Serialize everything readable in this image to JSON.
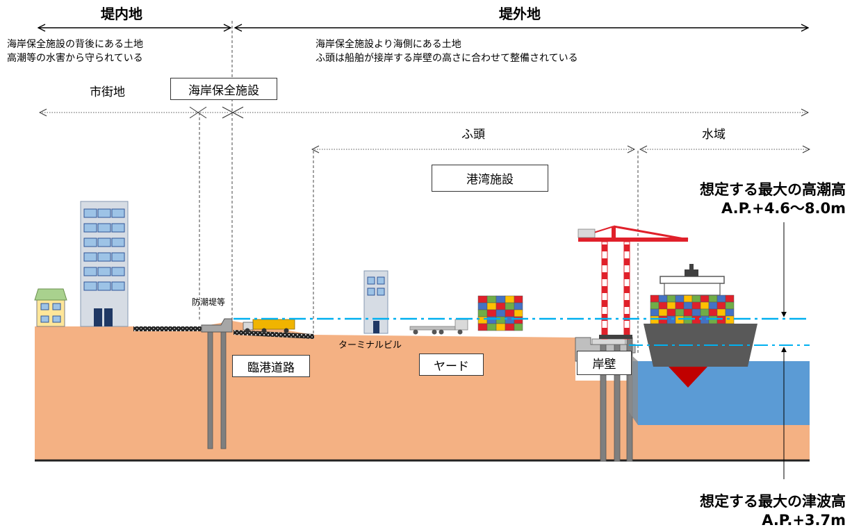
{
  "zones": {
    "inland": "堤内地",
    "outland": "堤外地"
  },
  "inland_notes": [
    "海岸保全施設の背後にある土地",
    "高潮等の水害から守られている"
  ],
  "outland_notes": [
    "海岸保全施設より海側にある土地",
    "ふ頭は船舶が接岸する岸壁の高さに合わせて整備されている"
  ],
  "areas": {
    "city": "市街地",
    "coastal_facility": "海岸保全施設",
    "wharf": "ふ頭",
    "water_area": "水域",
    "port_facility": "港湾施設"
  },
  "structures": {
    "seawall": "防潮堤等",
    "terminal_building": "ターミナルビル",
    "port_road": "臨港道路",
    "yard": "ヤード",
    "quay_wall": "岸壁"
  },
  "levels": {
    "storm_surge_title": "想定する最大の高潮高",
    "storm_surge_value": "A.P.+4.6～8.0m",
    "tsunami_title": "想定する最大の津波高",
    "tsunami_value": "A.P.+3.7m"
  },
  "colors": {
    "ground": "#F4B183",
    "water": "#5B9BD5",
    "level_line": "#00B0F0",
    "crane_red": "#E0202A",
    "ship_hull": "#595959",
    "ship_keel": "#C00000"
  }
}
